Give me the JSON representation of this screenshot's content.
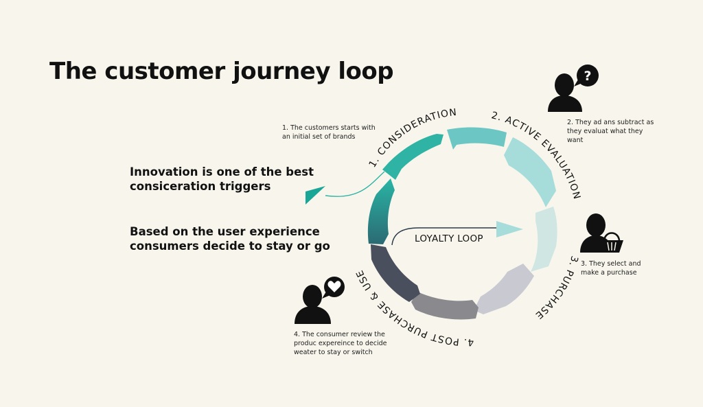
{
  "title": "The customer journey loop",
  "headlines": {
    "triggers": "Innovation is one of the best consiceration triggers",
    "experience": "Based on the user experience consumers decide to stay or go"
  },
  "stages": [
    {
      "label": "1. CONSIDERATION",
      "note": "1. The customers starts with an initial set of brands",
      "icon": "person-icon"
    },
    {
      "label": "2. ACTIVE EVALUATION",
      "note": "2. They ad ans subtract  as they evaluat what they want",
      "icon": "person-question-icon"
    },
    {
      "label": "3. PURCHASE",
      "note": "3. They select and make a purchase",
      "icon": "person-basket-icon"
    },
    {
      "label": "4. POST PURCHASE & USE",
      "note": "4. The  consumer review the produc expereince to decide weater to stay or switch",
      "icon": "person-heart-icon"
    }
  ],
  "loop_label": "LOYALTY LOOP",
  "colors": {
    "background": "#f8f6ec",
    "segments": [
      "#2fb3a4",
      "#6cc7c4",
      "#a6dcda",
      "#cfe6e3",
      "#c9c9d1",
      "#8a8a8e",
      "#4a4f5d",
      "#2c7779"
    ]
  }
}
